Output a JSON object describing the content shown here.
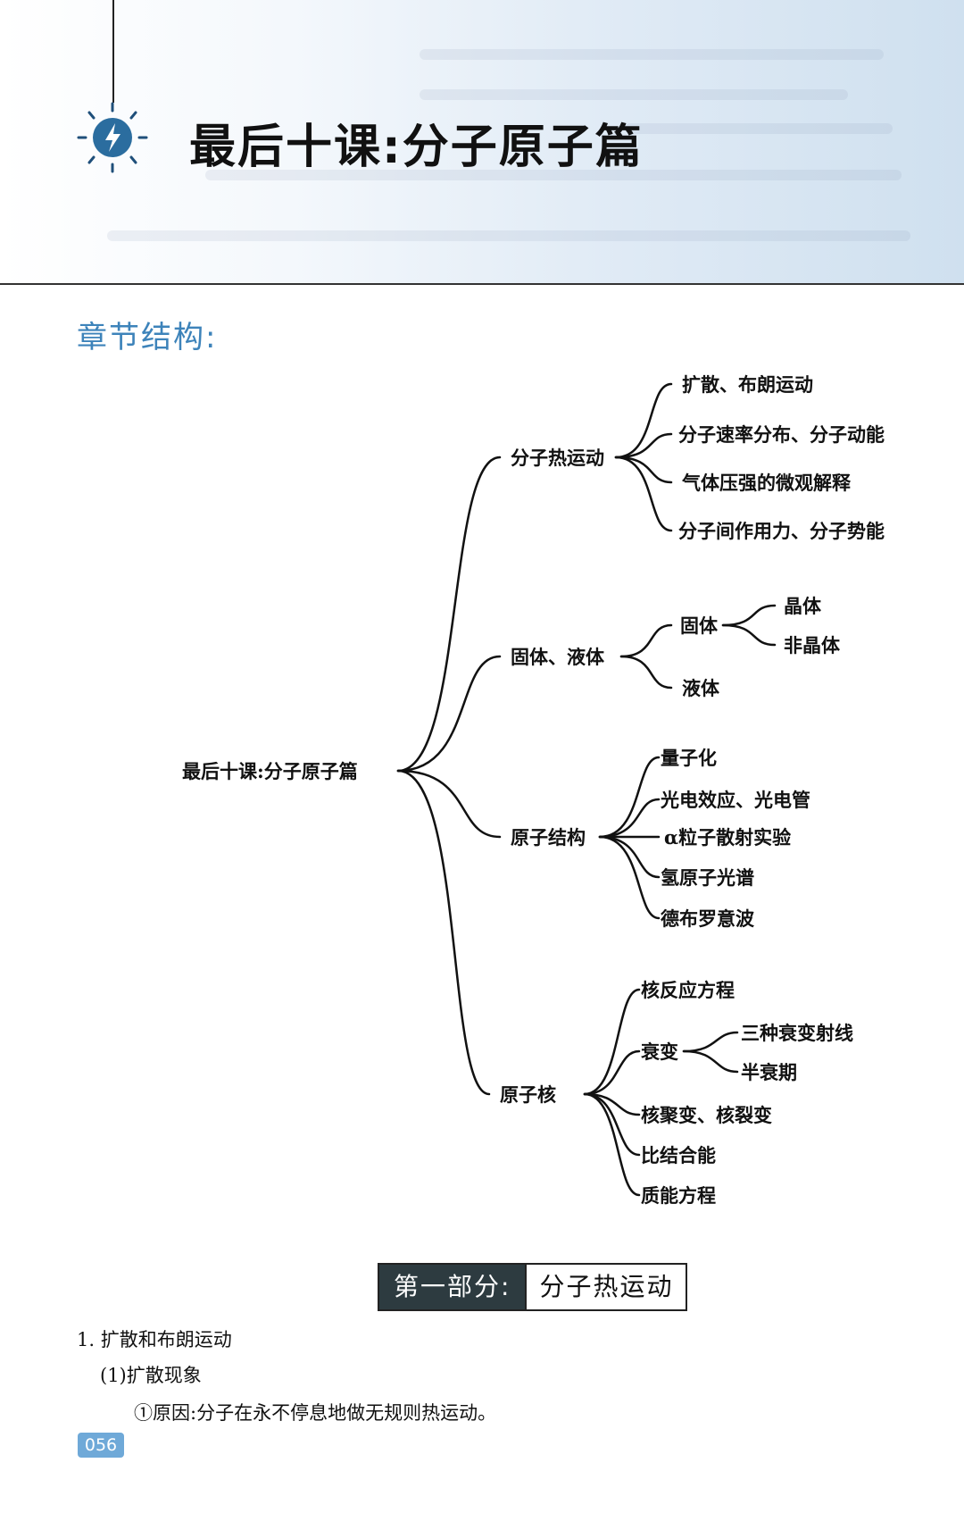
{
  "header": {
    "title": "最后十课:分子原子篇"
  },
  "structure_heading": "章节结构:",
  "mindmap": {
    "root": "最后十课:分子原子篇",
    "branches": [
      {
        "label": "分子热运动",
        "children": [
          "扩散、布朗运动",
          "分子速率分布、分子动能",
          "气体压强的微观解释",
          "分子间作用力、分子势能"
        ]
      },
      {
        "label": "固体、液体",
        "children": [
          "固体",
          "液体"
        ],
        "solid_children": [
          "晶体",
          "非晶体"
        ]
      },
      {
        "label": "原子结构",
        "children": [
          "量子化",
          "光电效应、光电管",
          "α粒子散射实验",
          "氢原子光谱",
          "德布罗意波"
        ]
      },
      {
        "label": "原子核",
        "children": [
          "核反应方程",
          "衰变",
          "核聚变、核裂变",
          "比结合能",
          "质能方程"
        ],
        "decay_children": [
          "三种衰变射线",
          "半衰期"
        ]
      }
    ]
  },
  "part": {
    "label": "第一部分:",
    "name": "分子热运动"
  },
  "body": {
    "line1": "1. 扩散和布朗运动",
    "line2": "(1)扩散现象",
    "line3": "①原因:分子在永不停息地做无规则热运动。"
  },
  "page_number": "056",
  "colors": {
    "accent_blue": "#3d83ba",
    "banner_dark": "#2d3b40",
    "page_badge": "#6fa9d8"
  },
  "icons": [
    "lightbulb-icon"
  ]
}
